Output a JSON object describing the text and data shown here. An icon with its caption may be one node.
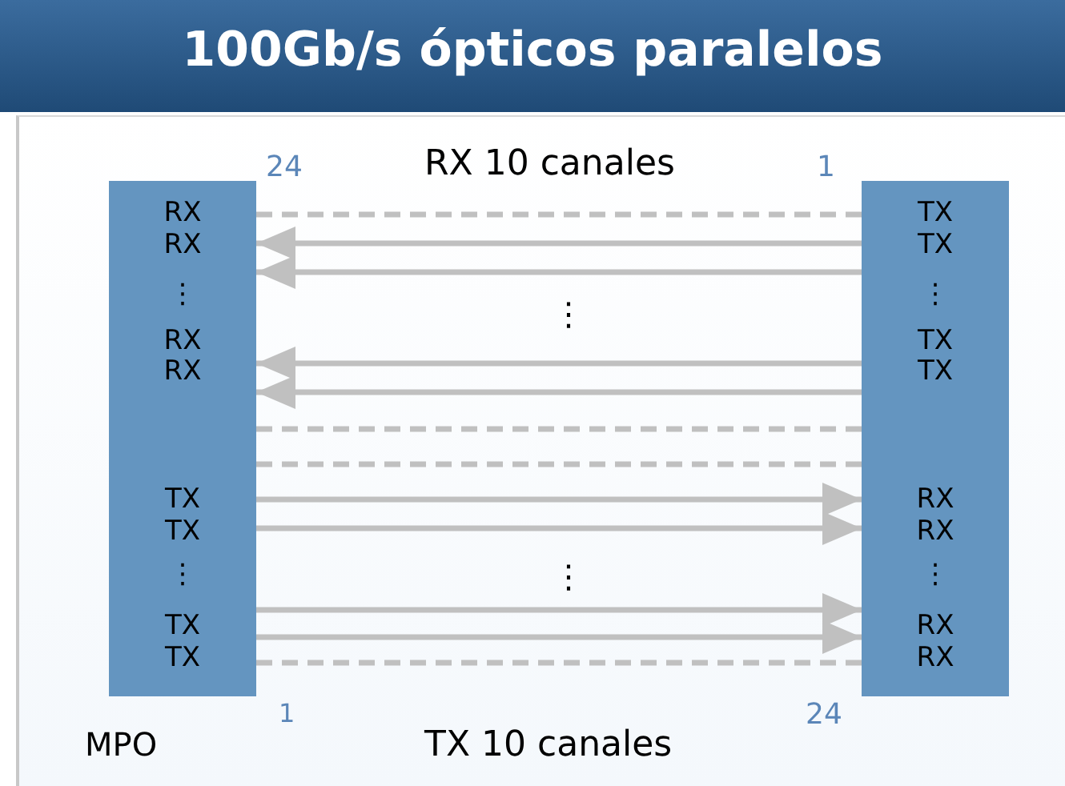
{
  "diagram": {
    "title": "100Gb/s ópticos paralelos",
    "nodes": [
      {
        "text": [
          "RX",
          "RX",
          "⋮",
          "RX",
          "RX",
          "TX",
          "TX",
          "⋮",
          "TX",
          "TX"
        ]
      },
      {
        "text": [
          "TX",
          "TX",
          "⋮",
          "TX",
          "TX",
          "RX",
          "RX",
          "⋮",
          "RX",
          "RX"
        ]
      }
    ],
    "edges": [
      {
        "from": 0,
        "to": 1,
        "arrow": "none",
        "style": "dashed"
      },
      {
        "from": 1,
        "to": 0,
        "arrow": "to"
      },
      {
        "from": 1,
        "to": 0,
        "arrow": "to"
      },
      {
        "from": 1,
        "to": 0,
        "arrow": "to"
      },
      {
        "from": 1,
        "to": 0,
        "arrow": "to"
      },
      {
        "from": 0,
        "to": 1,
        "arrow": "none",
        "style": "dashed"
      },
      {
        "from": 0,
        "to": 1,
        "arrow": "none",
        "style": "dashed"
      },
      {
        "from": 0,
        "to": 1,
        "arrow": "to"
      },
      {
        "from": 0,
        "to": 1,
        "arrow": "to"
      },
      {
        "from": 0,
        "to": 1,
        "arrow": "to"
      },
      {
        "from": 0,
        "to": 1,
        "arrow": "to"
      },
      {
        "from": 0,
        "to": 1,
        "arrow": "none",
        "style": "dashed"
      }
    ],
    "labels": [
      "24",
      "RX 10 canales",
      "1",
      "⋮",
      "⋮",
      "MPO",
      "1",
      "24",
      "TX 10 canales"
    ]
  }
}
